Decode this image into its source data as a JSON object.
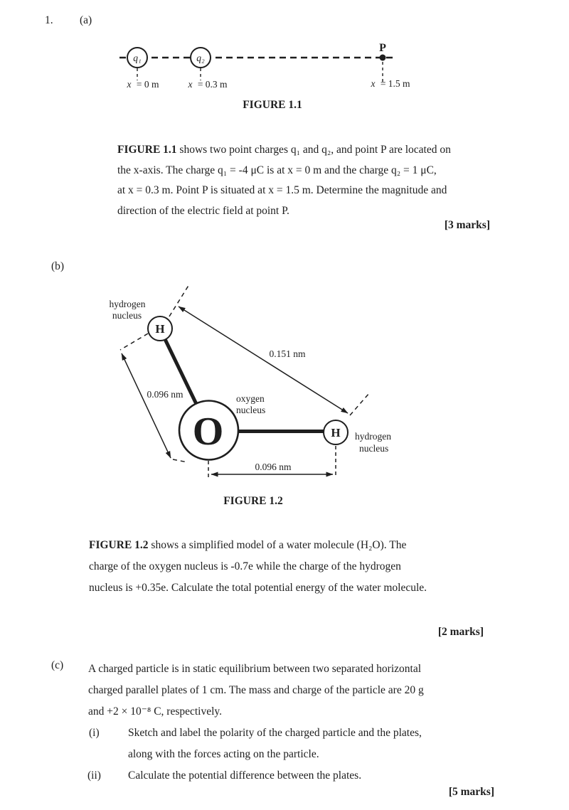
{
  "document": {
    "question_number": "1."
  },
  "part_a": {
    "label": "(a)",
    "figure": {
      "caption": "FIGURE 1.1",
      "charge1_label": "q₁",
      "charge1_pos_var": "x",
      "charge1_pos_value": "= 0 m",
      "charge2_label": "q₂",
      "charge2_pos_var": "x",
      "charge2_pos_value": "= 0.3 m",
      "point_label": "P",
      "point_pos_var": "x",
      "point_pos_value": "= 1.5 m"
    },
    "text": {
      "bold_prefix": "FIGURE 1.1",
      "line1_rest": " shows two point charges q₁ and q₂, and point P are located on",
      "line2": "the x-axis. The charge q₁ = -4 μC is at x = 0 m and the charge q₂ = 1 μC,",
      "line3": "at x = 0.3 m. Point P is situated at x = 1.5 m. Determine the magnitude and",
      "line4": "direction of the electric field at point P."
    },
    "marks": "[3 marks]"
  },
  "part_b": {
    "label": "(b)",
    "figure": {
      "caption": "FIGURE 1.2",
      "hydrogen_top_label_line1": "hydrogen",
      "hydrogen_top_label_line2": "nucleus",
      "hydrogen_top_symbol": "H",
      "oxygen_label_line1": "oxygen",
      "oxygen_label_line2": "nucleus",
      "oxygen_symbol": "O",
      "hydrogen_right_symbol": "H",
      "hydrogen_right_label_line1": "hydrogen",
      "hydrogen_right_label_line2": "nucleus",
      "oh_bond_length": "0.096 nm",
      "hh_separation": "0.151 nm",
      "horizontal_separation": "0.096 nm"
    },
    "text": {
      "bold_prefix": "FIGURE 1.2",
      "line1_rest": " shows a simplified model of a water molecule (H₂O). The",
      "line2": "charge of the oxygen nucleus is -0.7e while the charge of the hydrogen",
      "line3": "nucleus is +0.35e. Calculate the total potential energy of the water molecule."
    },
    "marks": "[2 marks]"
  },
  "part_c": {
    "label": "(c)",
    "text": {
      "line1": "A charged particle is in static equilibrium between two separated horizontal",
      "line2": "charged parallel plates of 1 cm. The mass and charge of the particle are 20 g",
      "line3": "and +2 × 10⁻⁸ C, respectively."
    },
    "item_i": {
      "label": "(i)",
      "line1": "Sketch and label the polarity of the charged particle and the plates,",
      "line2": "along with the forces acting on the particle."
    },
    "item_ii": {
      "label": "(ii)",
      "line1": "Calculate the potential difference between the plates."
    },
    "marks": "[5 marks]"
  }
}
